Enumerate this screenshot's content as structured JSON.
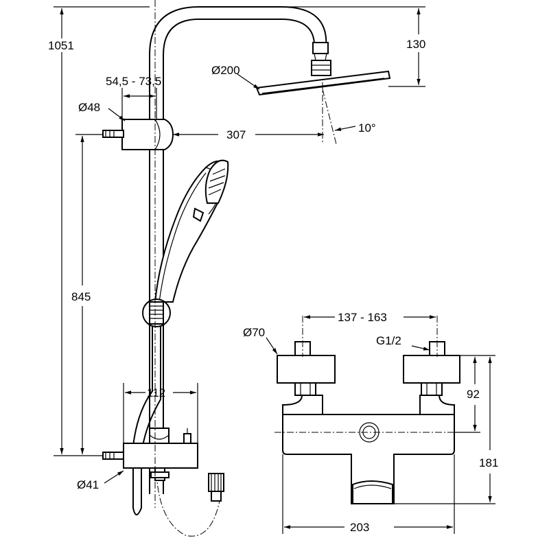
{
  "dimensions": {
    "overall_height": "1051",
    "head_drop": "130",
    "head_diameter": "Ø200",
    "wall_offset": "54,5 - 73,5",
    "bracket_diameter": "Ø48",
    "arm_reach": "307",
    "head_tilt": "10°",
    "bracket_spacing": "845",
    "inlet_centres": "137 - 163",
    "inlet_cap_diameter": "Ø70",
    "thread_size": "G1/2",
    "inlet_to_centre": "92",
    "mixer_height": "181",
    "diverter_width": "112",
    "mixer_width": "203",
    "lower_bracket_diameter": "Ø41"
  }
}
